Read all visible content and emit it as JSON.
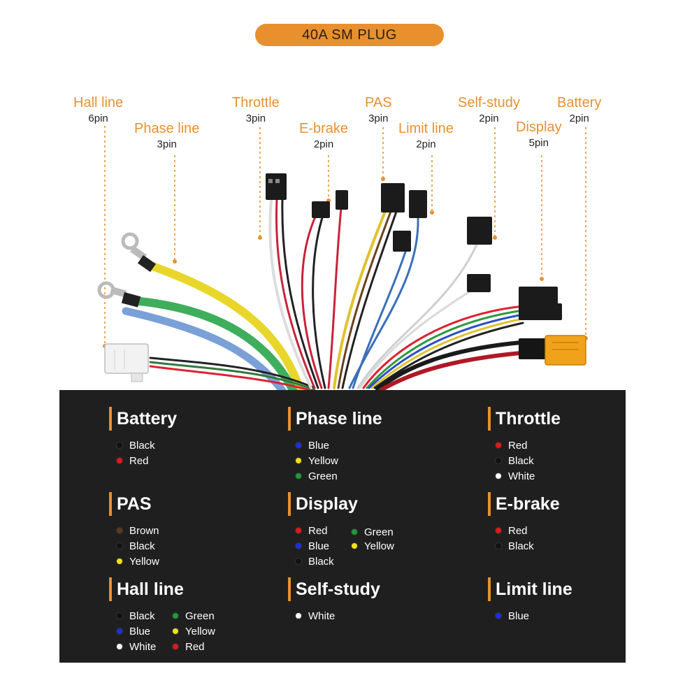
{
  "title": "40A SM PLUG",
  "connectors": [
    {
      "name": "Hall line",
      "pins": "6pin"
    },
    {
      "name": "Phase line",
      "pins": "3pin"
    },
    {
      "name": "Throttle",
      "pins": "3pin"
    },
    {
      "name": "E-brake",
      "pins": "2pin"
    },
    {
      "name": "PAS",
      "pins": "3pin"
    },
    {
      "name": "Limit line",
      "pins": "2pin"
    },
    {
      "name": "Self-study",
      "pins": "2pin"
    },
    {
      "name": "Display",
      "pins": "5pin"
    },
    {
      "name": "Battery",
      "pins": "2pin"
    }
  ],
  "legend": [
    {
      "title": "Battery",
      "items": [
        {
          "label": "Black",
          "color": "#111111"
        },
        {
          "label": "Red",
          "color": "#e01818"
        }
      ]
    },
    {
      "title": "Phase line",
      "items": [
        {
          "label": "Blue",
          "color": "#1c2fd8"
        },
        {
          "label": "Yellow",
          "color": "#f2e014"
        },
        {
          "label": "Green",
          "color": "#1f9a3a"
        }
      ]
    },
    {
      "title": "Throttle",
      "items": [
        {
          "label": "Red",
          "color": "#e01818"
        },
        {
          "label": "Black",
          "color": "#111111"
        },
        {
          "label": "White",
          "color": "#ffffff"
        }
      ]
    },
    {
      "title": "PAS",
      "items": [
        {
          "label": "Brown",
          "color": "#5a3a1e"
        },
        {
          "label": "Black",
          "color": "#111111"
        },
        {
          "label": "Yellow",
          "color": "#f2e014"
        }
      ]
    },
    {
      "title": "Display",
      "items": [
        {
          "label": "Red",
          "color": "#e01818"
        },
        {
          "label": "Green",
          "color": "#1f9a3a"
        },
        {
          "label": "Blue",
          "color": "#1c2fd8"
        },
        {
          "label": "Yellow",
          "color": "#f2e014"
        },
        {
          "label": "Black",
          "color": "#111111"
        }
      ]
    },
    {
      "title": "E-brake",
      "items": [
        {
          "label": "Red",
          "color": "#e01818"
        },
        {
          "label": "Black",
          "color": "#111111"
        }
      ]
    },
    {
      "title": "Hall line",
      "items": [
        {
          "label": "Black",
          "color": "#111111"
        },
        {
          "label": "Green",
          "color": "#1f9a3a"
        },
        {
          "label": "Blue",
          "color": "#1c2fd8"
        },
        {
          "label": "Yellow",
          "color": "#f2e014"
        },
        {
          "label": "White",
          "color": "#ffffff"
        },
        {
          "label": "Red",
          "color": "#e01818"
        }
      ]
    },
    {
      "title": "Self-study",
      "items": [
        {
          "label": "White",
          "color": "#ffffff"
        }
      ]
    },
    {
      "title": "Limit line",
      "items": [
        {
          "label": "Blue",
          "color": "#1c2fd8"
        }
      ]
    }
  ],
  "colors": {
    "accent": "#e8902e",
    "panel": "#1f1f1f"
  }
}
